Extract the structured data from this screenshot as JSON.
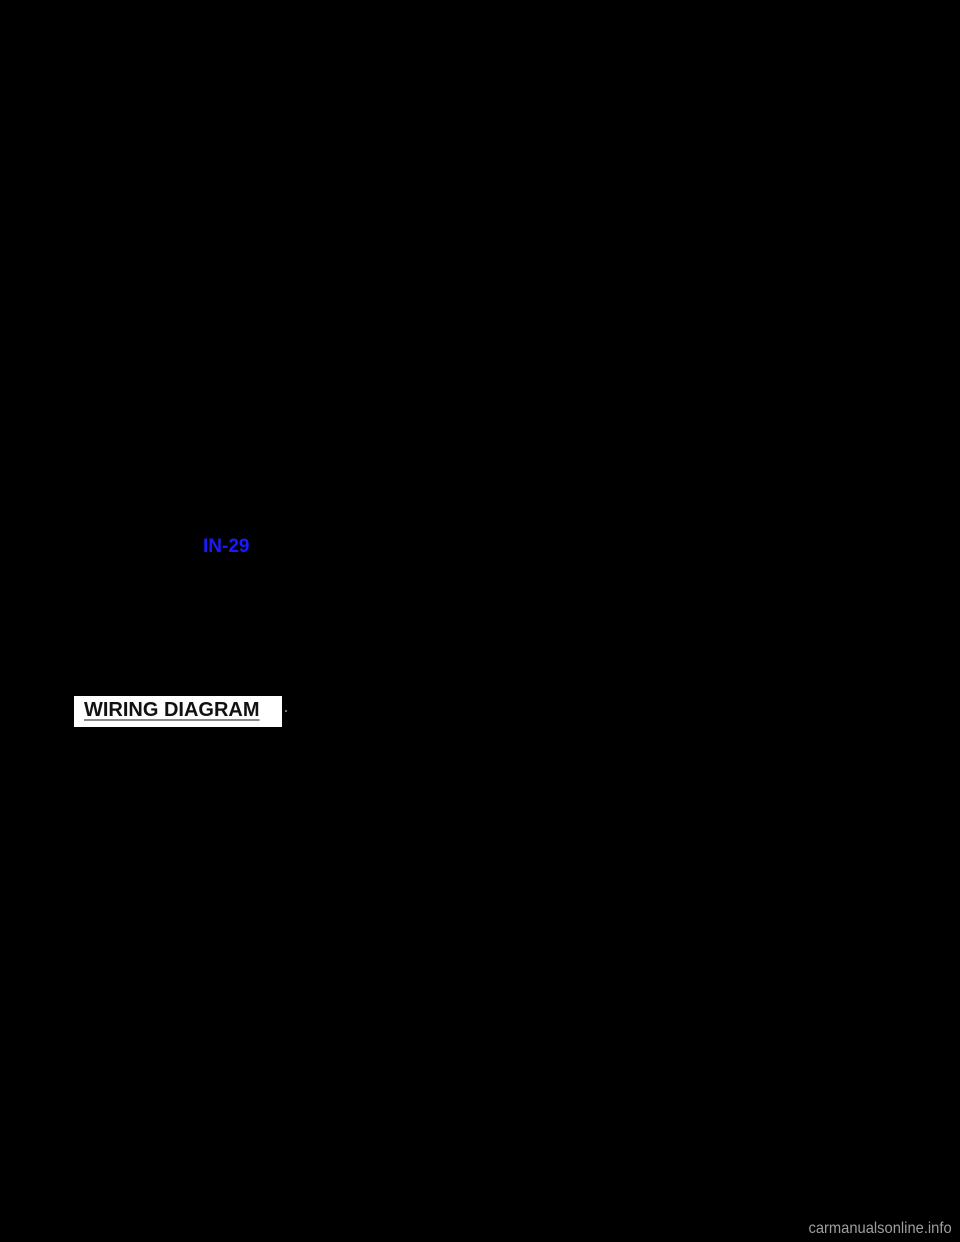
{
  "page": {
    "background_color": "#000000"
  },
  "page_reference": {
    "label": "IN-29",
    "color": "#1a1aff"
  },
  "section_heading": {
    "label": "WIRING DIAGRAM",
    "text_color": "#111111",
    "box_color": "#ffffff",
    "underline_color": "#8a8a8a"
  },
  "watermark": {
    "text": "carmanualsonline.info",
    "color": "#9e9e9e"
  }
}
